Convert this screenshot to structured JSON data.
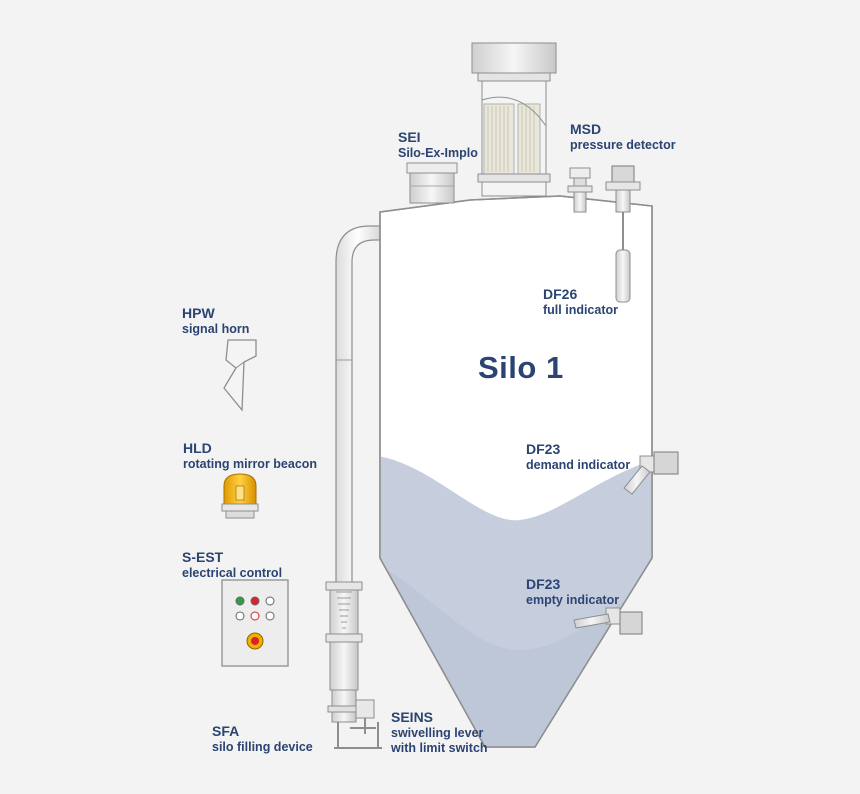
{
  "silo": {
    "name": "Silo 1"
  },
  "components": {
    "sei": {
      "code": "SEI",
      "desc": "Silo-Ex-Implo"
    },
    "msd": {
      "code": "MSD",
      "desc": "pressure detector"
    },
    "df26": {
      "code": "DF26",
      "desc": "full indicator"
    },
    "hpw": {
      "code": "HPW",
      "desc": "signal horn"
    },
    "hld": {
      "code": "HLD",
      "desc": "rotating mirror beacon"
    },
    "df23_demand": {
      "code": "DF23",
      "desc": "demand indicator"
    },
    "sest": {
      "code": "S-EST",
      "desc": "electrical control"
    },
    "df23_empty": {
      "code": "DF23",
      "desc": "empty indicator"
    },
    "sfa": {
      "code": "SFA",
      "desc": "silo filling device"
    },
    "seins": {
      "code": "SEINS",
      "desc": "swivelling lever",
      "desc2": "with limit switch"
    }
  },
  "colors": {
    "label": "#2b4472",
    "outline": "#8e8e8e",
    "silo_fill": "#ffffff",
    "material": "#c6cede",
    "beacon": "#f0b000",
    "lamp_red": "#d8232a",
    "lamp_green": "#2e9e44"
  }
}
